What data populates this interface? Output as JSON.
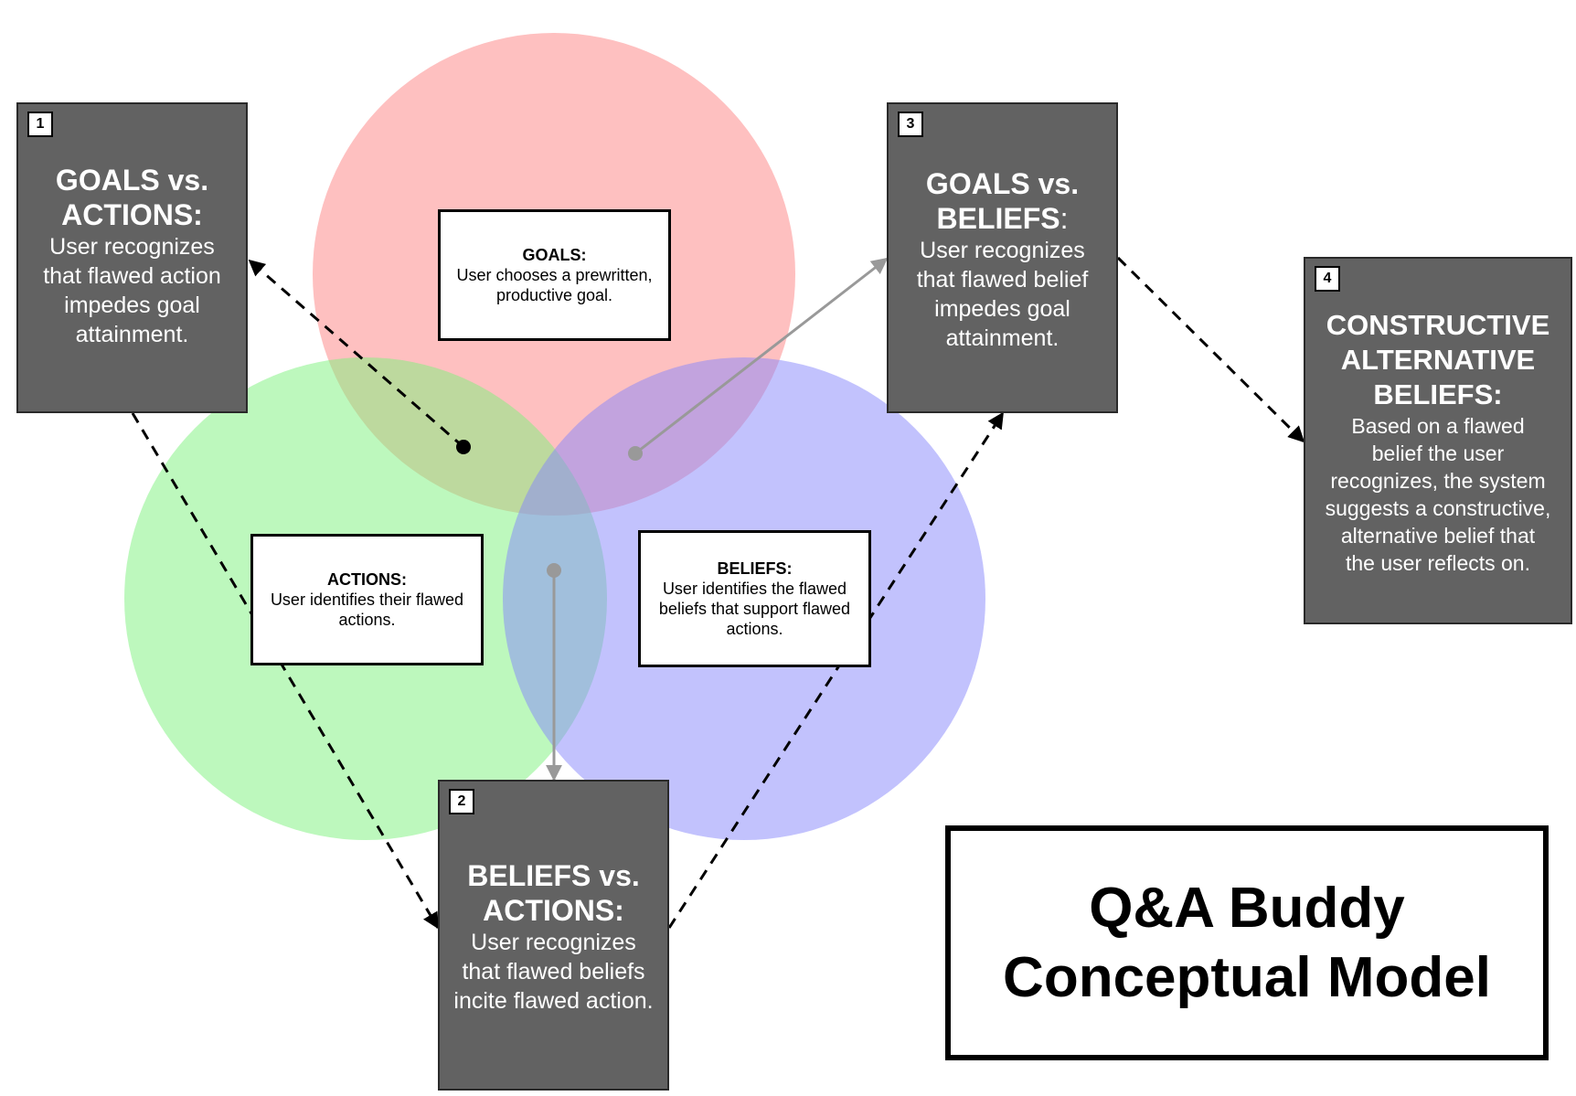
{
  "colors": {
    "goals_circle": "#fd8c8c",
    "actions_circle": "#7cf27c",
    "beliefs_circle": "#8585fc",
    "step_box_fill": "#626262",
    "arrow_dashed": "#000000",
    "arrow_solid": "#999999"
  },
  "circles": {
    "goals": {
      "label_title": "GOALS:",
      "label_lines": [
        "User chooses a prewritten,",
        "productive goal."
      ]
    },
    "actions": {
      "label_title": "ACTIONS:",
      "label_lines": [
        "User identifies their flawed",
        "actions."
      ]
    },
    "beliefs": {
      "label_title": "BELIEFS:",
      "label_lines": [
        "User identifies the flawed",
        "beliefs that support flawed",
        "actions."
      ]
    }
  },
  "steps": [
    {
      "number": "1",
      "title_lines": [
        "GOALS vs.",
        "ACTIONS:"
      ],
      "desc_lines": [
        "User recognizes",
        "that flawed action",
        "impedes goal",
        "attainment."
      ]
    },
    {
      "number": "2",
      "title_lines": [
        "BELIEFS vs.",
        "ACTIONS:"
      ],
      "desc_lines": [
        "User recognizes",
        "that flawed beliefs",
        "incite flawed action."
      ]
    },
    {
      "number": "3",
      "title_lines": [
        "GOALS vs.",
        "BELIEFS"
      ],
      "title_suffix": ":",
      "desc_lines": [
        "User recognizes",
        "that flawed belief",
        "impedes goal",
        "attainment."
      ]
    },
    {
      "number": "4",
      "title_lines": [
        "CONSTRUCTIVE",
        "ALTERNATIVE",
        "BELIEFS:"
      ],
      "desc_lines": [
        "Based on a flawed",
        "belief the user",
        "recognizes, the system",
        "suggests a constructive,",
        "alternative belief that",
        "the user reflects on."
      ]
    }
  ],
  "title": {
    "lines": [
      "Q&A Buddy",
      "Conceptual Model"
    ]
  }
}
